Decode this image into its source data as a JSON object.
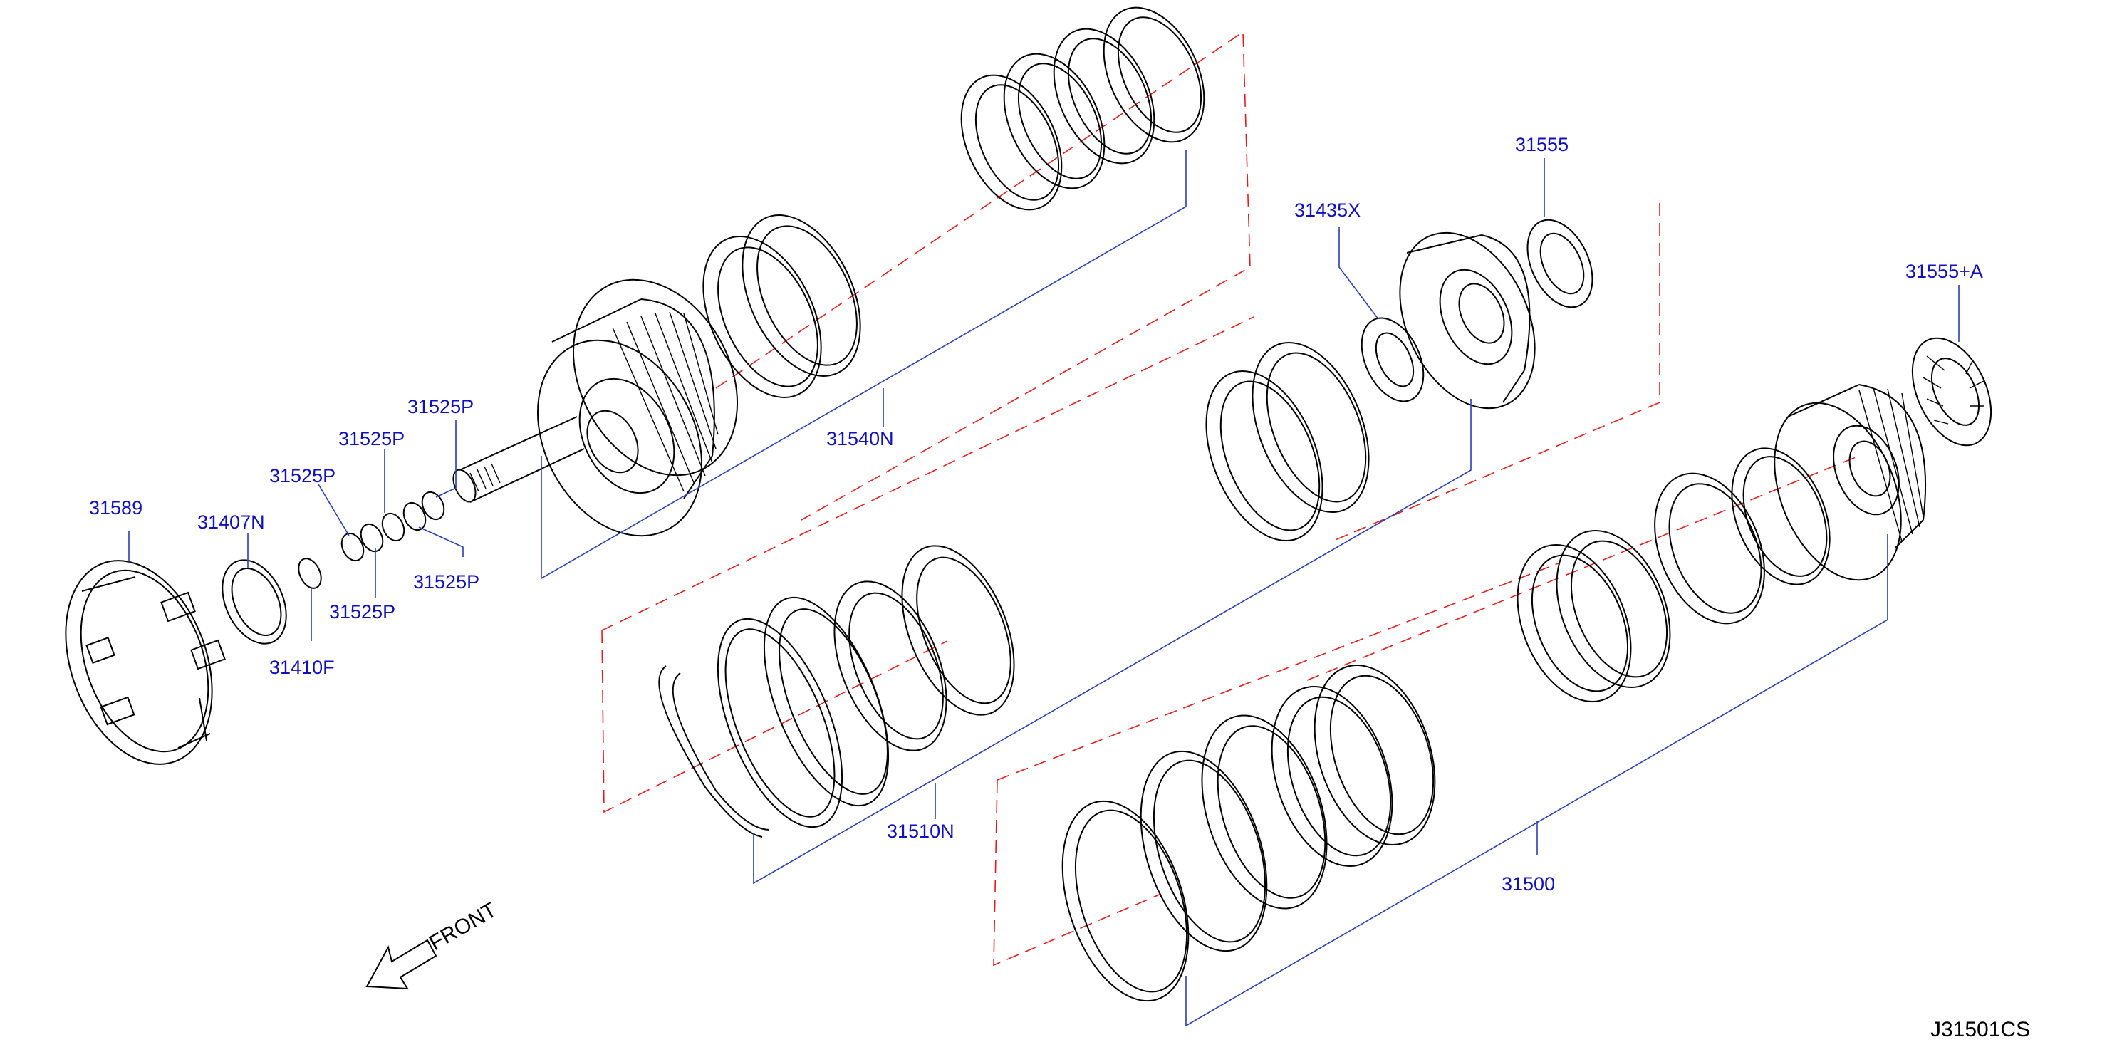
{
  "diagram": {
    "drawing_code": "J31501CS",
    "front_label": "FRONT",
    "parts": {
      "p31589": "31589",
      "p31407N": "31407N",
      "p31410F": "31410F",
      "p31525P_a": "31525P",
      "p31525P_b": "31525P",
      "p31525P_c": "31525P",
      "p31525P_d": "31525P",
      "p31540N": "31540N",
      "p31510N": "31510N",
      "p31435X": "31435X",
      "p31555": "31555",
      "p31555A": "31555+A",
      "p31500": "31500"
    },
    "colors": {
      "label": "#1010c0",
      "leader": "#2a3fb0",
      "group_outline": "#e01e1e",
      "linework": "#000000"
    }
  }
}
